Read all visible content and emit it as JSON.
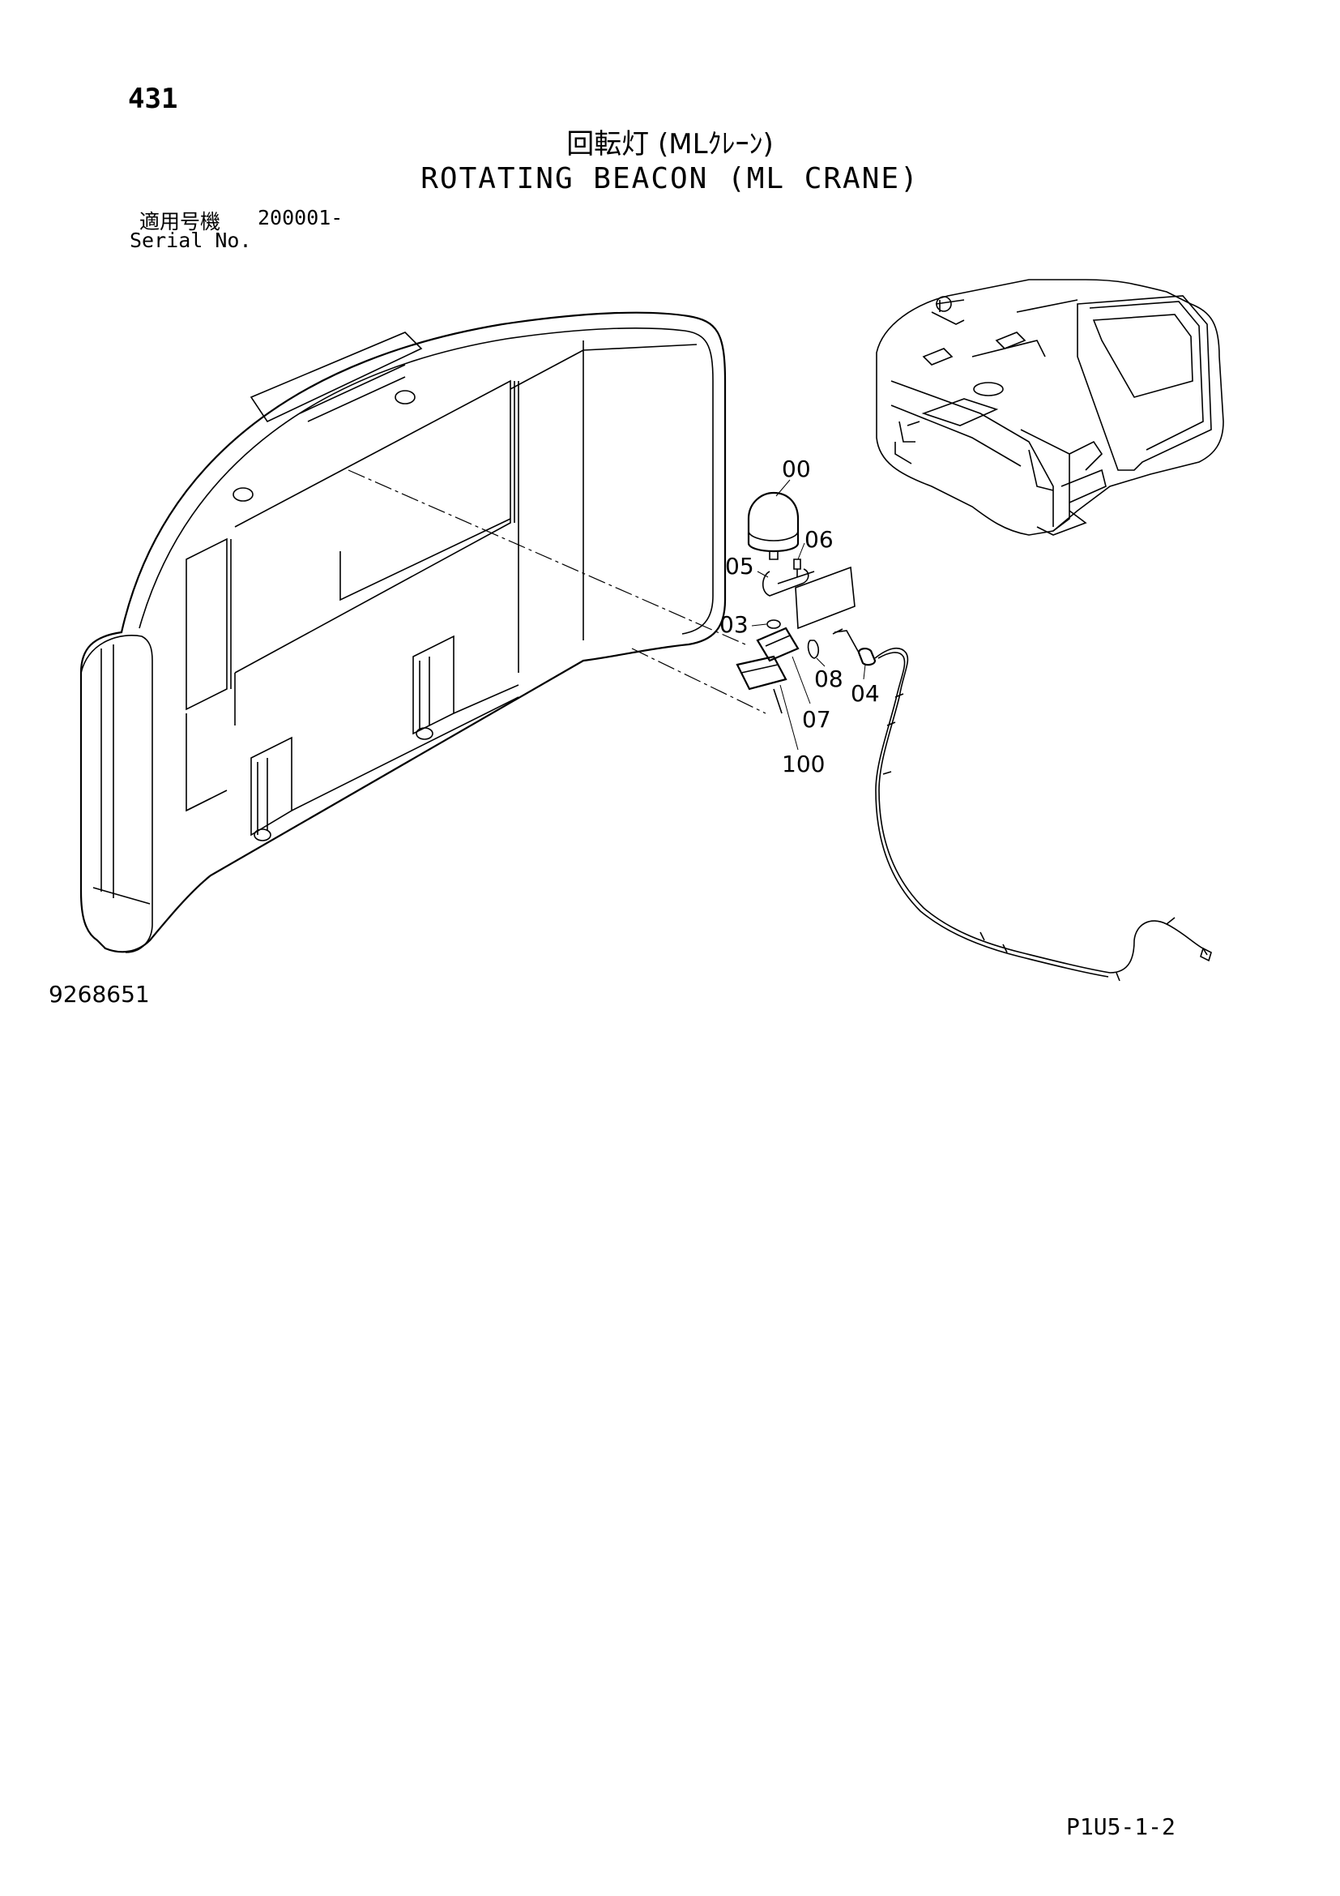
{
  "header": {
    "page_number": "431",
    "title_jp": "回転灯 (MLｸﾚｰﾝ)",
    "title_en": "ROTATING BEACON (ML CRANE)",
    "serial_label_jp": "適用号機",
    "serial_value": "200001-",
    "serial_label_en": "Serial No."
  },
  "diagram": {
    "callouts": [
      {
        "id": "00",
        "label": "00"
      },
      {
        "id": "06",
        "label": "06"
      },
      {
        "id": "05",
        "label": "05"
      },
      {
        "id": "03",
        "label": "03"
      },
      {
        "id": "08",
        "label": "08"
      },
      {
        "id": "04",
        "label": "04"
      },
      {
        "id": "07",
        "label": "07"
      },
      {
        "id": "100",
        "label": "100"
      }
    ]
  },
  "footer": {
    "drawing_number": "9268651",
    "page_code": "P1U5-1-2"
  }
}
